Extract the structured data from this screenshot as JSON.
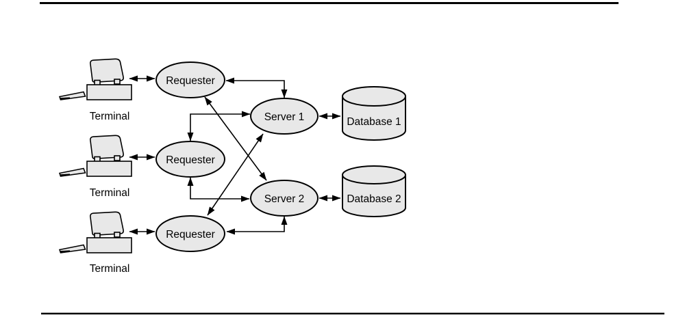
{
  "figure": {
    "type": "architecture-diagram",
    "description": "Terminals connected to requesters, requesters to servers, servers to databases, all with bidirectional arrows",
    "colors": {
      "background": "#ffffff",
      "shape_fill": "#e8e8e8",
      "stroke": "#000000"
    },
    "terminals": [
      {
        "label": "Terminal"
      },
      {
        "label": "Terminal"
      },
      {
        "label": "Terminal"
      }
    ],
    "requesters": [
      {
        "label": "Requester"
      },
      {
        "label": "Requester"
      },
      {
        "label": "Requester"
      }
    ],
    "servers": [
      {
        "label": "Server 1"
      },
      {
        "label": "Server 2"
      }
    ],
    "databases": [
      {
        "label": "Database 1"
      },
      {
        "label": "Database 2"
      }
    ],
    "connections": [
      {
        "from": "Terminal 1",
        "to": "Requester 1",
        "bidirectional": true
      },
      {
        "from": "Terminal 2",
        "to": "Requester 2",
        "bidirectional": true
      },
      {
        "from": "Terminal 3",
        "to": "Requester 3",
        "bidirectional": true
      },
      {
        "from": "Requester 1",
        "to": "Server 1",
        "bidirectional": true
      },
      {
        "from": "Requester 1",
        "to": "Server 2",
        "bidirectional": true
      },
      {
        "from": "Requester 2",
        "to": "Server 1",
        "bidirectional": true
      },
      {
        "from": "Requester 2",
        "to": "Server 2",
        "bidirectional": true
      },
      {
        "from": "Requester 3",
        "to": "Server 1",
        "bidirectional": true
      },
      {
        "from": "Requester 3",
        "to": "Server 2",
        "bidirectional": true
      },
      {
        "from": "Server 1",
        "to": "Database 1",
        "bidirectional": true
      },
      {
        "from": "Server 2",
        "to": "Database 2",
        "bidirectional": true
      }
    ]
  }
}
